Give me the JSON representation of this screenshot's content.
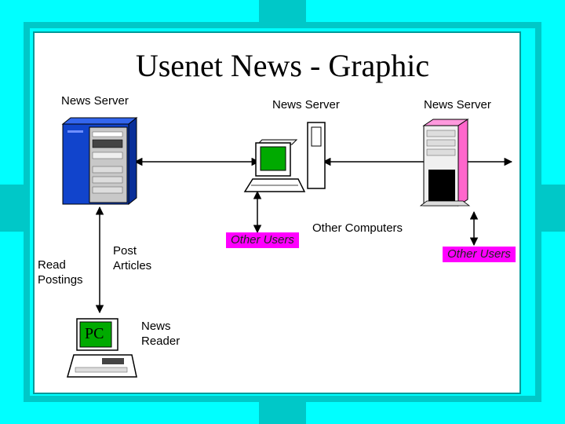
{
  "title": "Usenet News - Graphic",
  "labels": {
    "server_left": "News  Server",
    "server_middle": "News  Server",
    "server_right": "News  Server",
    "other_computers": "Other Computers",
    "other_users_middle": "Other Users",
    "other_users_right": "Other Users",
    "post_articles_line1": "Post",
    "post_articles_line2": "Articles",
    "read_postings_line1": "Read",
    "read_postings_line2": "Postings",
    "news_reader_line1": "News",
    "news_reader_line2": "Reader",
    "pc": "PC"
  },
  "colors": {
    "background": "#00ffff",
    "frame": "#00c8c8",
    "highlight": "#ff00ff",
    "server_blue": "#1144cc",
    "screen_green": "#00aa00",
    "server_pink": "#ff66cc"
  }
}
